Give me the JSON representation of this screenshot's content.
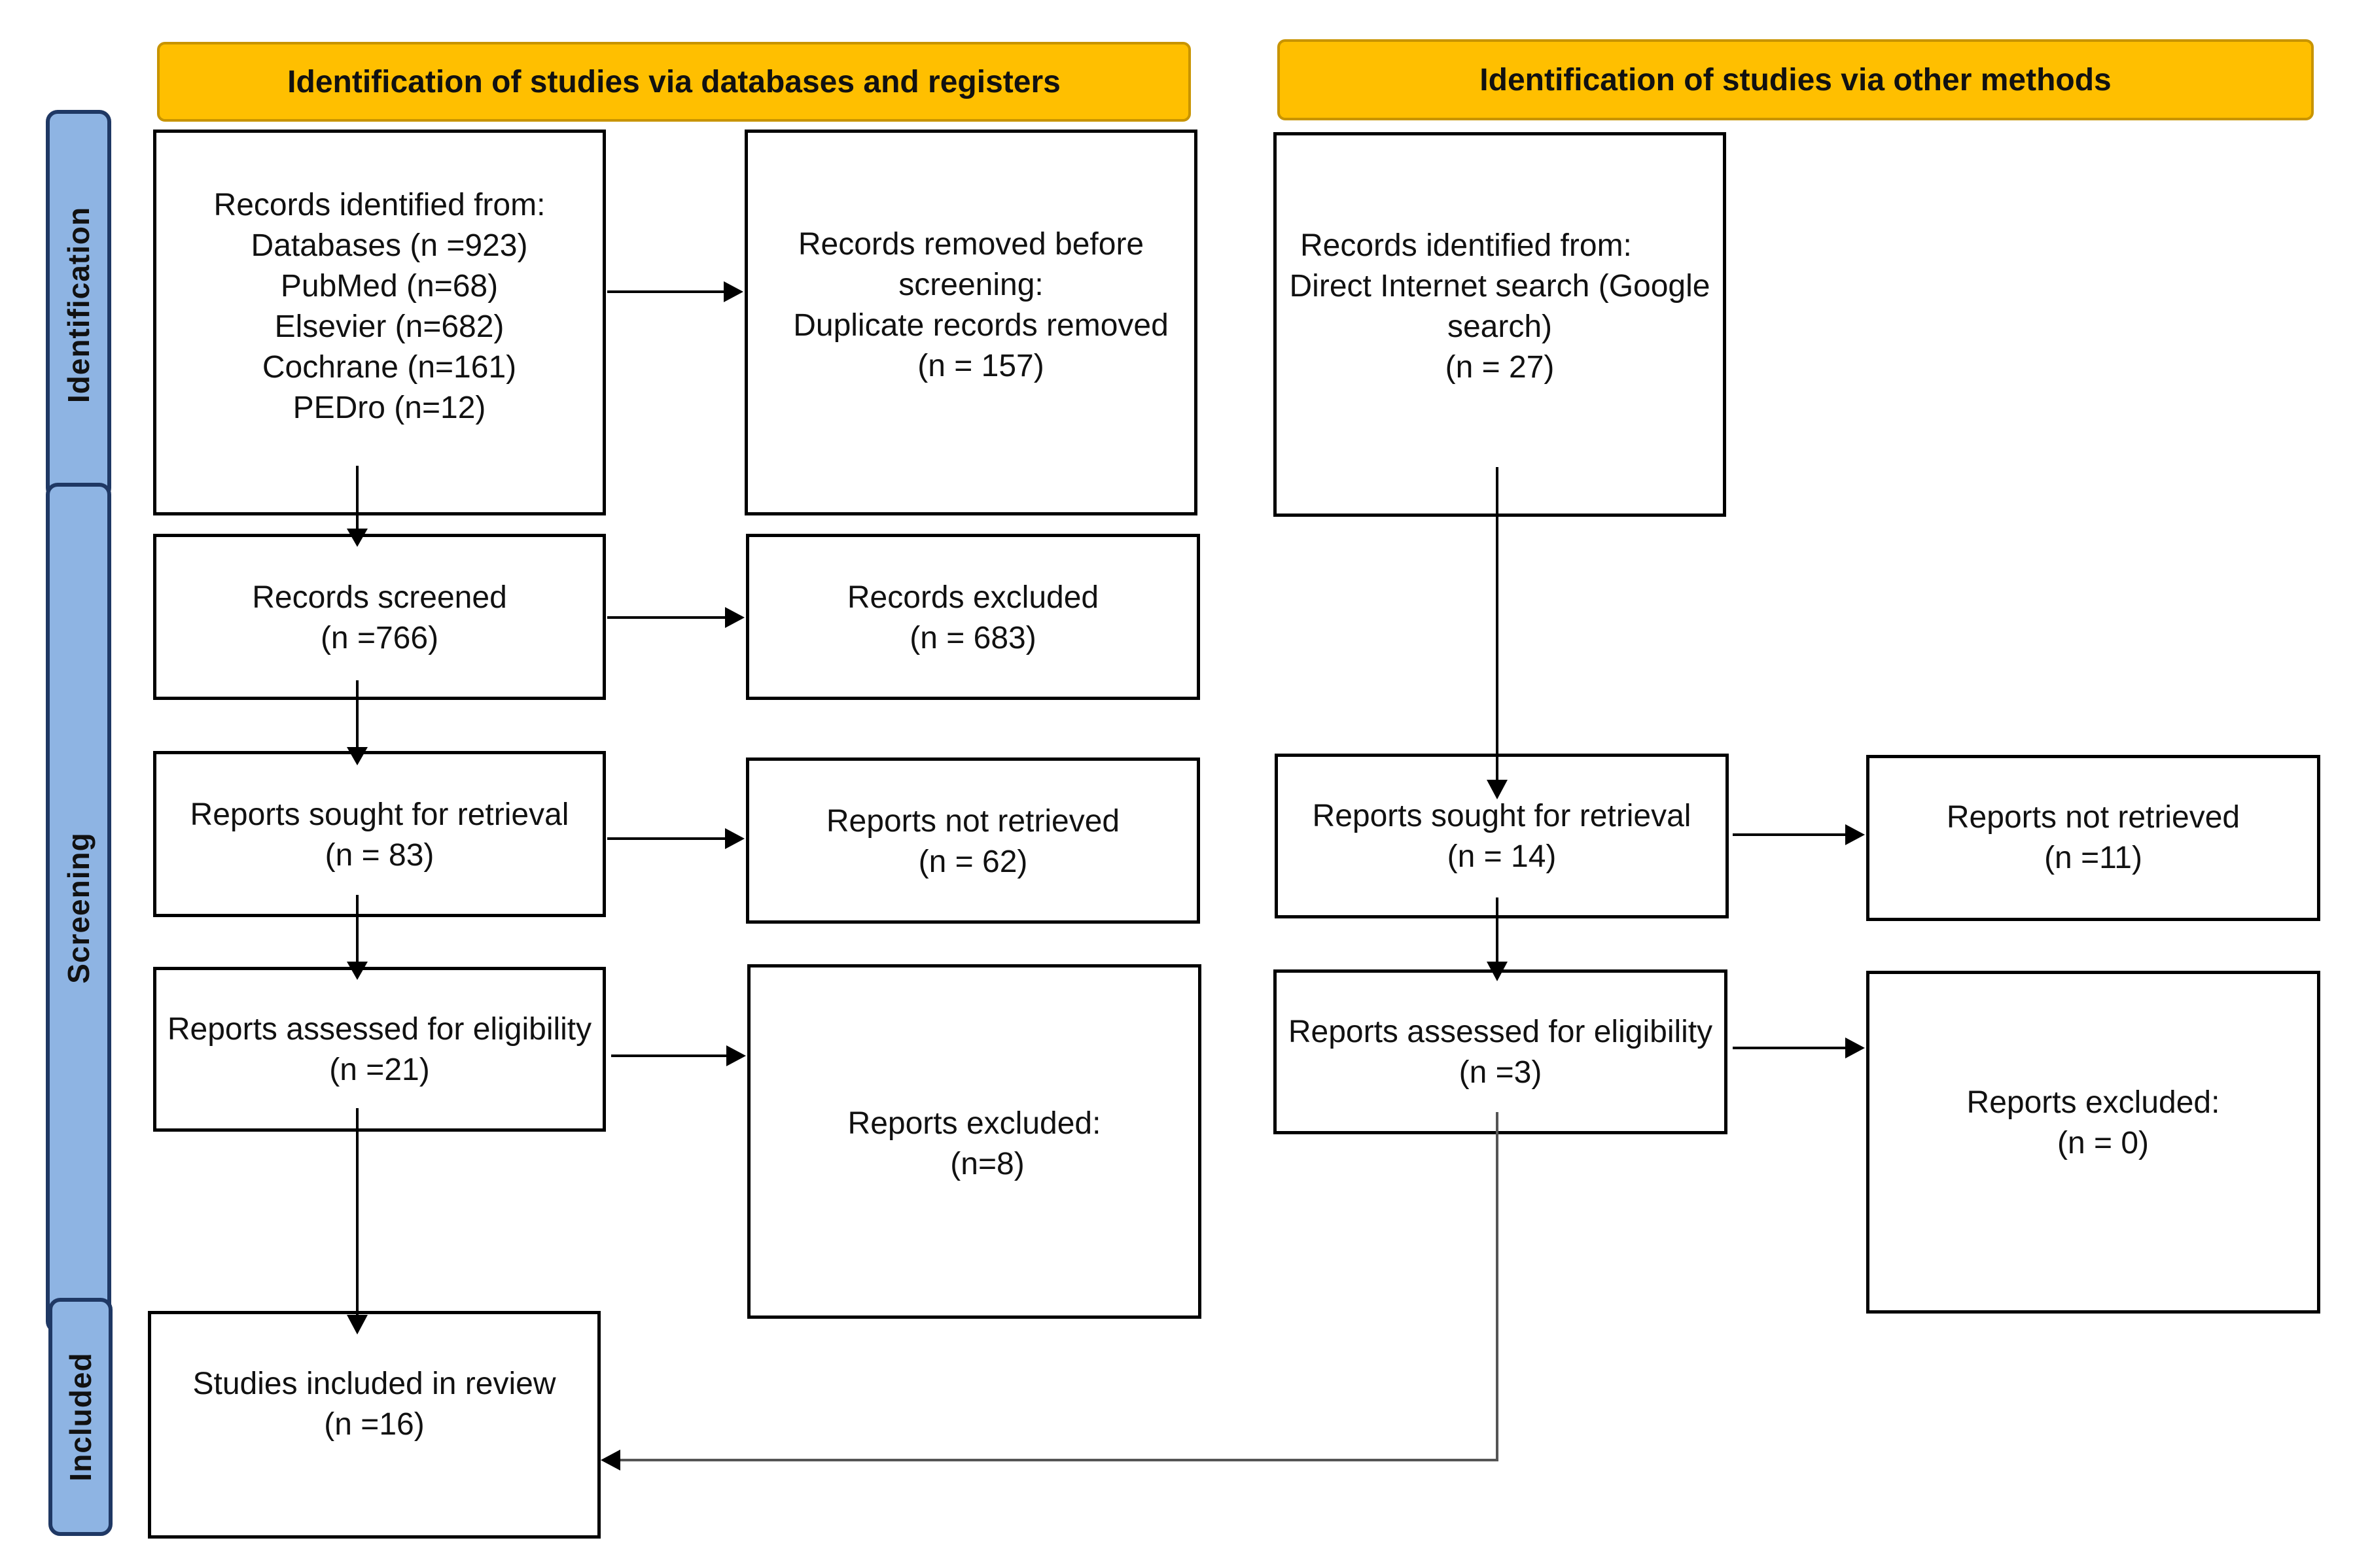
{
  "colors": {
    "header_fill": "#FFBF00",
    "header_border": "#C89400",
    "side_fill": "#8EB4E3",
    "side_border": "#1F3864",
    "box_border": "#000000"
  },
  "headers": {
    "databases": "Identification of studies via databases and registers",
    "other": "Identification of studies via other methods"
  },
  "sides": {
    "identification": "Identification",
    "screening": "Screening",
    "included": "Included"
  },
  "db": {
    "identified": {
      "title": "Records identified from:",
      "databases": "Databases (n =923)",
      "pubmed": "PubMed (n=68)",
      "elsevier": "Elsevier (n=682)",
      "cochrane": "Cochrane (n=161)",
      "pedro": "PEDro (n=12)"
    },
    "removed": {
      "line1": "Records removed before",
      "line2": "screening:",
      "line3": "Duplicate records removed",
      "count": "(n = 157)"
    },
    "screened": {
      "label": "Records screened",
      "count": "(n =766)"
    },
    "excluded": {
      "label": "Records excluded",
      "count": "(n = 683)"
    },
    "sought": {
      "label": "Reports sought for retrieval",
      "count": "(n = 83)"
    },
    "not_retrieved": {
      "label": "Reports not retrieved",
      "count": "(n = 62)"
    },
    "assessed": {
      "label": "Reports assessed for eligibility",
      "count": "(n =21)"
    },
    "reports_excluded": {
      "label": "Reports excluded:",
      "count": "(n=8)"
    },
    "included": {
      "label": "Studies included in review",
      "count": "(n =16)"
    }
  },
  "other": {
    "identified": {
      "title": "Records identified from:",
      "line1": "Direct Internet search (Google",
      "line2": "search)",
      "count": "(n = 27)"
    },
    "sought": {
      "label": "Reports sought for retrieval",
      "count": "(n = 14)"
    },
    "not_retrieved": {
      "label": "Reports not retrieved",
      "count": "(n =11)"
    },
    "assessed": {
      "label": "Reports assessed for eligibility",
      "count": "(n =3)"
    },
    "reports_excluded": {
      "label": "Reports excluded:",
      "count": "(n = 0)"
    }
  }
}
